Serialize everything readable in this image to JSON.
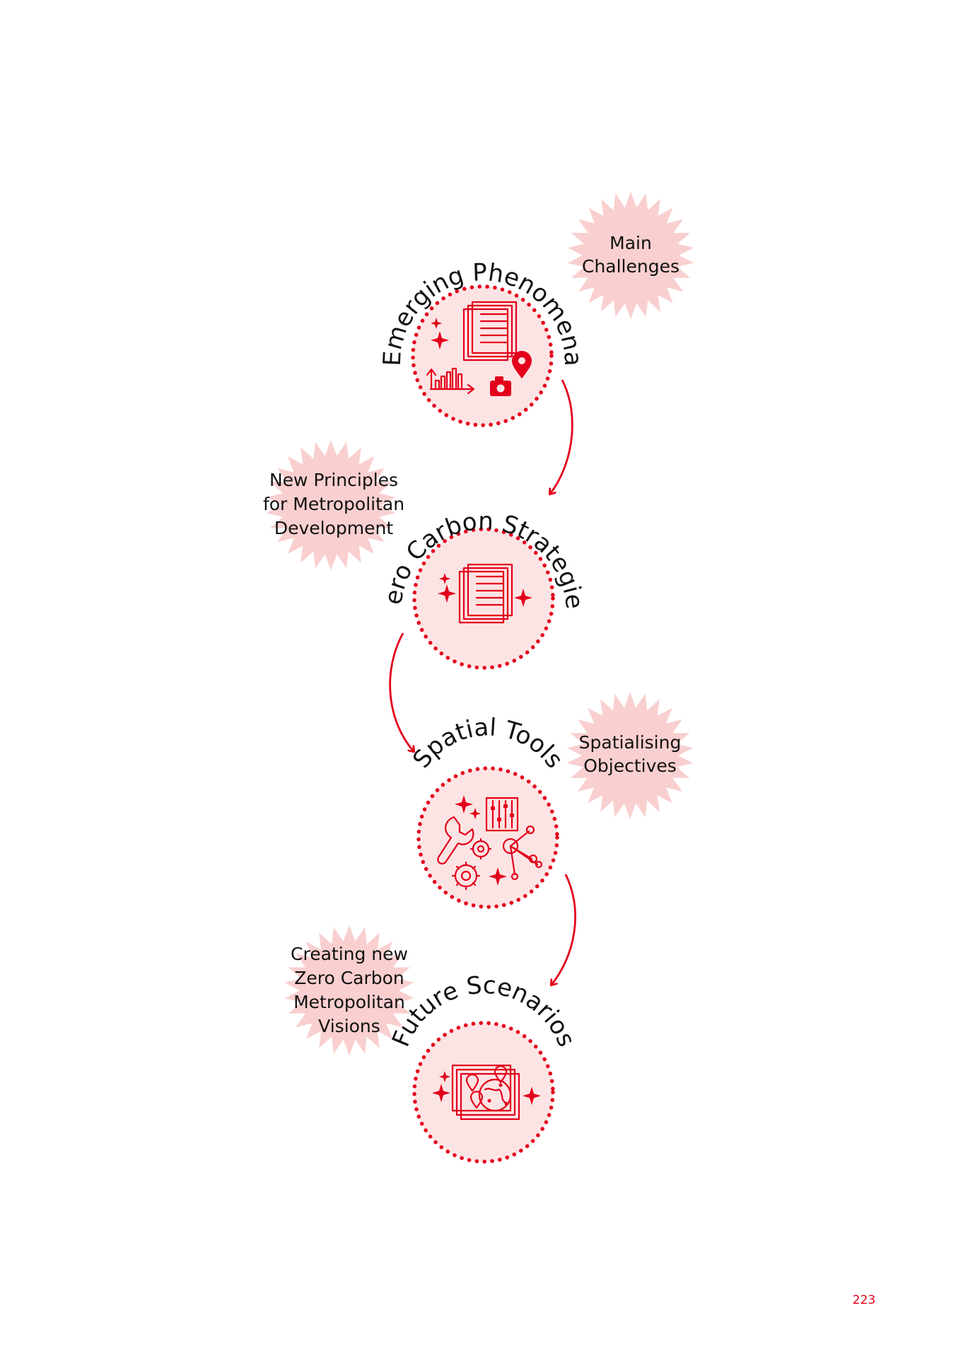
{
  "colors": {
    "accent": "#e3001b",
    "circle_fill": "#fde4e4",
    "burst_fill": "#f9cfcf",
    "text": "#111111"
  },
  "steps": [
    {
      "title": "Emerging Phenomena",
      "icons": [
        "documents-icon",
        "sparkle-icon",
        "bar-chart-icon",
        "camera-icon",
        "map-pin-icon"
      ]
    },
    {
      "title": "Zero Carbon Strategies",
      "icons": [
        "documents-icon",
        "sparkle-icon"
      ]
    },
    {
      "title": "Spatial Tools",
      "icons": [
        "wrench-icon",
        "sliders-icon",
        "gears-icon",
        "network-icon",
        "sparkle-icon"
      ]
    },
    {
      "title": "Future Scenarios",
      "icons": [
        "maps-stack-icon",
        "globe-icon",
        "map-pin-icon",
        "sparkle-icon"
      ]
    }
  ],
  "bursts": [
    {
      "lines": [
        "Main",
        "Challenges"
      ]
    },
    {
      "lines": [
        "New Principles",
        "for Metropolitan",
        "Development"
      ]
    },
    {
      "lines": [
        "Spatialising",
        "Objectives"
      ]
    },
    {
      "lines": [
        "Creating new",
        "Zero Carbon",
        "Metropolitan",
        "Visions"
      ]
    }
  ],
  "page_number": "223"
}
